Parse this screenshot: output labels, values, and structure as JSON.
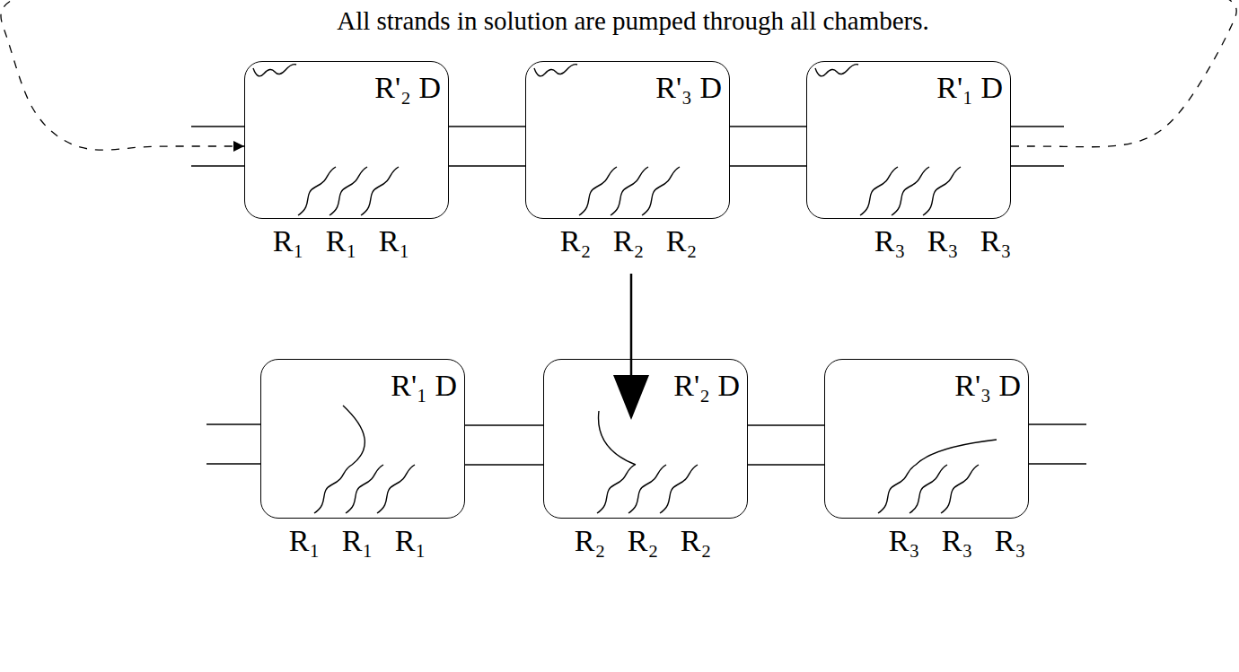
{
  "diagram": {
    "title": "All strands in solution are pumped through all chambers.",
    "nodes": [
      {
        "text": [
          "R'₂ D"
        ]
      },
      {
        "text": [
          "R'₃ D"
        ]
      },
      {
        "text": [
          "R'₁ D"
        ]
      },
      {
        "text": [
          "R'₁ D"
        ]
      },
      {
        "text": [
          "R'₂ D"
        ]
      },
      {
        "text": [
          "R'₃ D"
        ]
      }
    ],
    "edges": [
      {
        "from": 0,
        "to": 1,
        "arrow": "none"
      },
      {
        "from": 1,
        "to": 2,
        "arrow": "none"
      },
      {
        "from": 2,
        "to": 0,
        "arrow": "to"
      },
      {
        "from": 3,
        "to": 4,
        "arrow": "none"
      },
      {
        "from": 4,
        "to": 5,
        "arrow": "none"
      }
    ],
    "labels": [
      "R₁ R₁ R₁",
      "R₂ R₂ R₂",
      "R₃ R₃ R₃",
      "R₁ R₁ R₁",
      "R₂ R₂ R₂",
      "R₃ R₃ R₃"
    ]
  }
}
